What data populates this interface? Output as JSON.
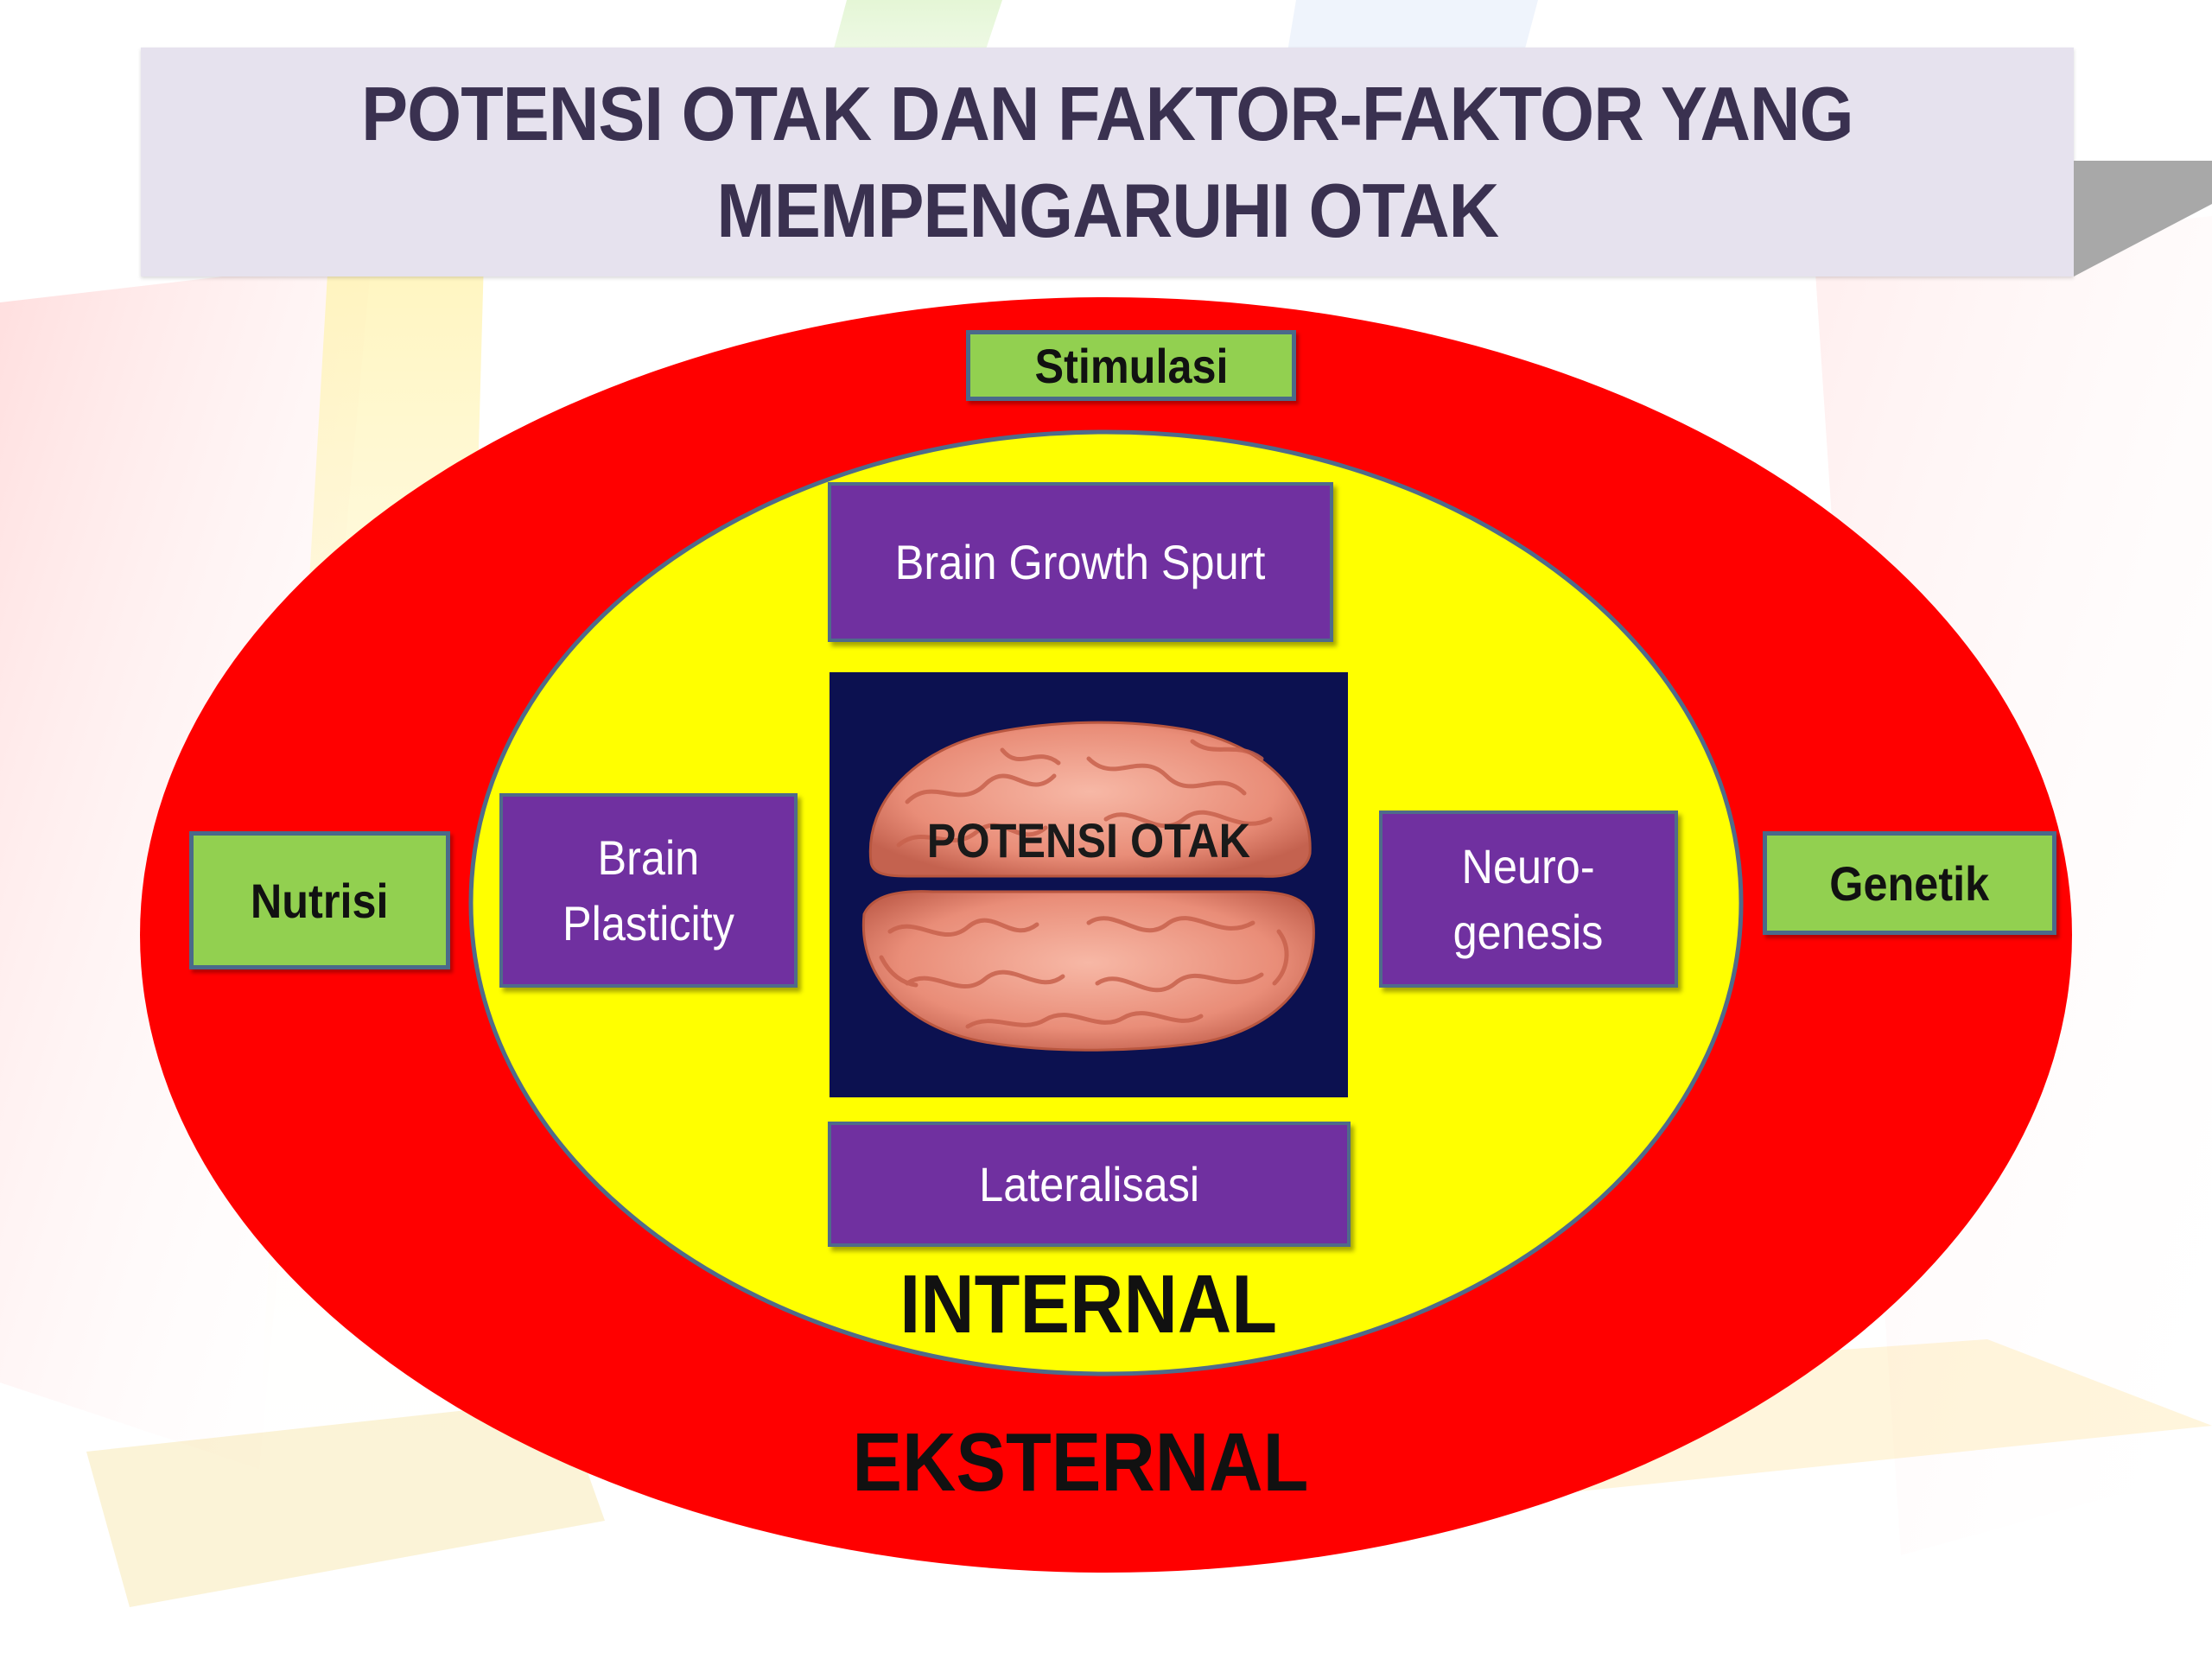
{
  "title": {
    "line1": "POTENSI OTAK DAN FAKTOR-FAKTOR YANG",
    "line2": "MEMPENGARUHI OTAK"
  },
  "center": {
    "label": "POTENSI OTAK"
  },
  "internal": {
    "ring_label": "INTERNAL",
    "factors": {
      "top": "Brain Growth Spurt",
      "left_line1": "Brain",
      "left_line2": "Plasticity",
      "right_line1": "Neuro-",
      "right_line2": "genesis",
      "bottom": "Lateralisasi"
    }
  },
  "external": {
    "ring_label": "EKSTERNAL",
    "factors": {
      "top": "Stimulasi",
      "left": "Nutrisi",
      "right": "Genetik"
    }
  },
  "colors": {
    "outer_ring": "#ff0000",
    "inner_ring": "#ffff00",
    "internal_factor_box": "#7030a0",
    "external_factor_box": "#92d050",
    "brain_background": "#0c1150",
    "title_banner": "#e6e2ee",
    "title_text": "#3a3150"
  }
}
